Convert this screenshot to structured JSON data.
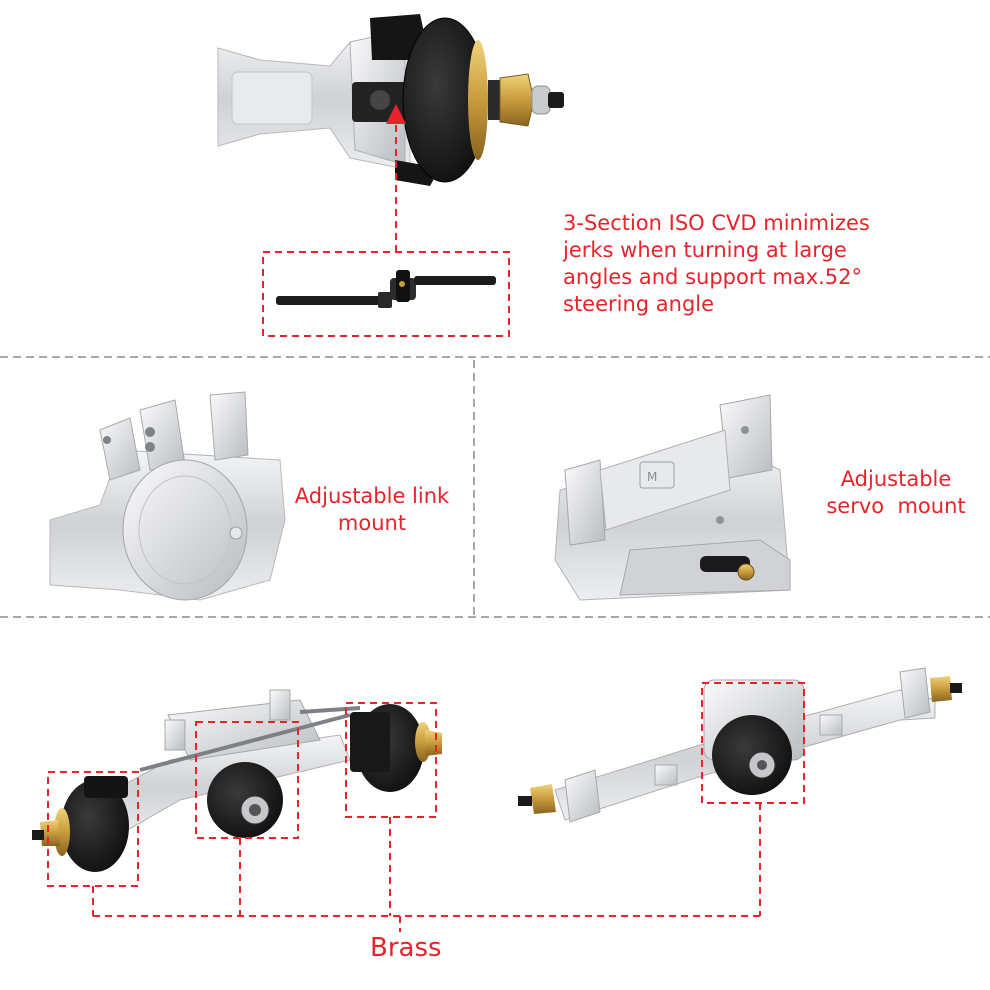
{
  "callouts": {
    "cvd": {
      "lines": [
        "3-Section ISO CVD minimizes",
        "jerks when turning at large",
        "angles and support max.52°",
        "steering angle"
      ]
    },
    "link_mount": {
      "lines": [
        "Adjustable link",
        "mount"
      ]
    },
    "servo_mount": {
      "lines": [
        "Adjustable",
        "servo  mount"
      ]
    },
    "brass": "Brass"
  },
  "colors": {
    "accent_red": "#e8232a",
    "divider_gray": "#8c8c8c",
    "aluminum": "#d9dadc",
    "black_part": "#1a1a1a",
    "brass": "#c89b3c"
  }
}
